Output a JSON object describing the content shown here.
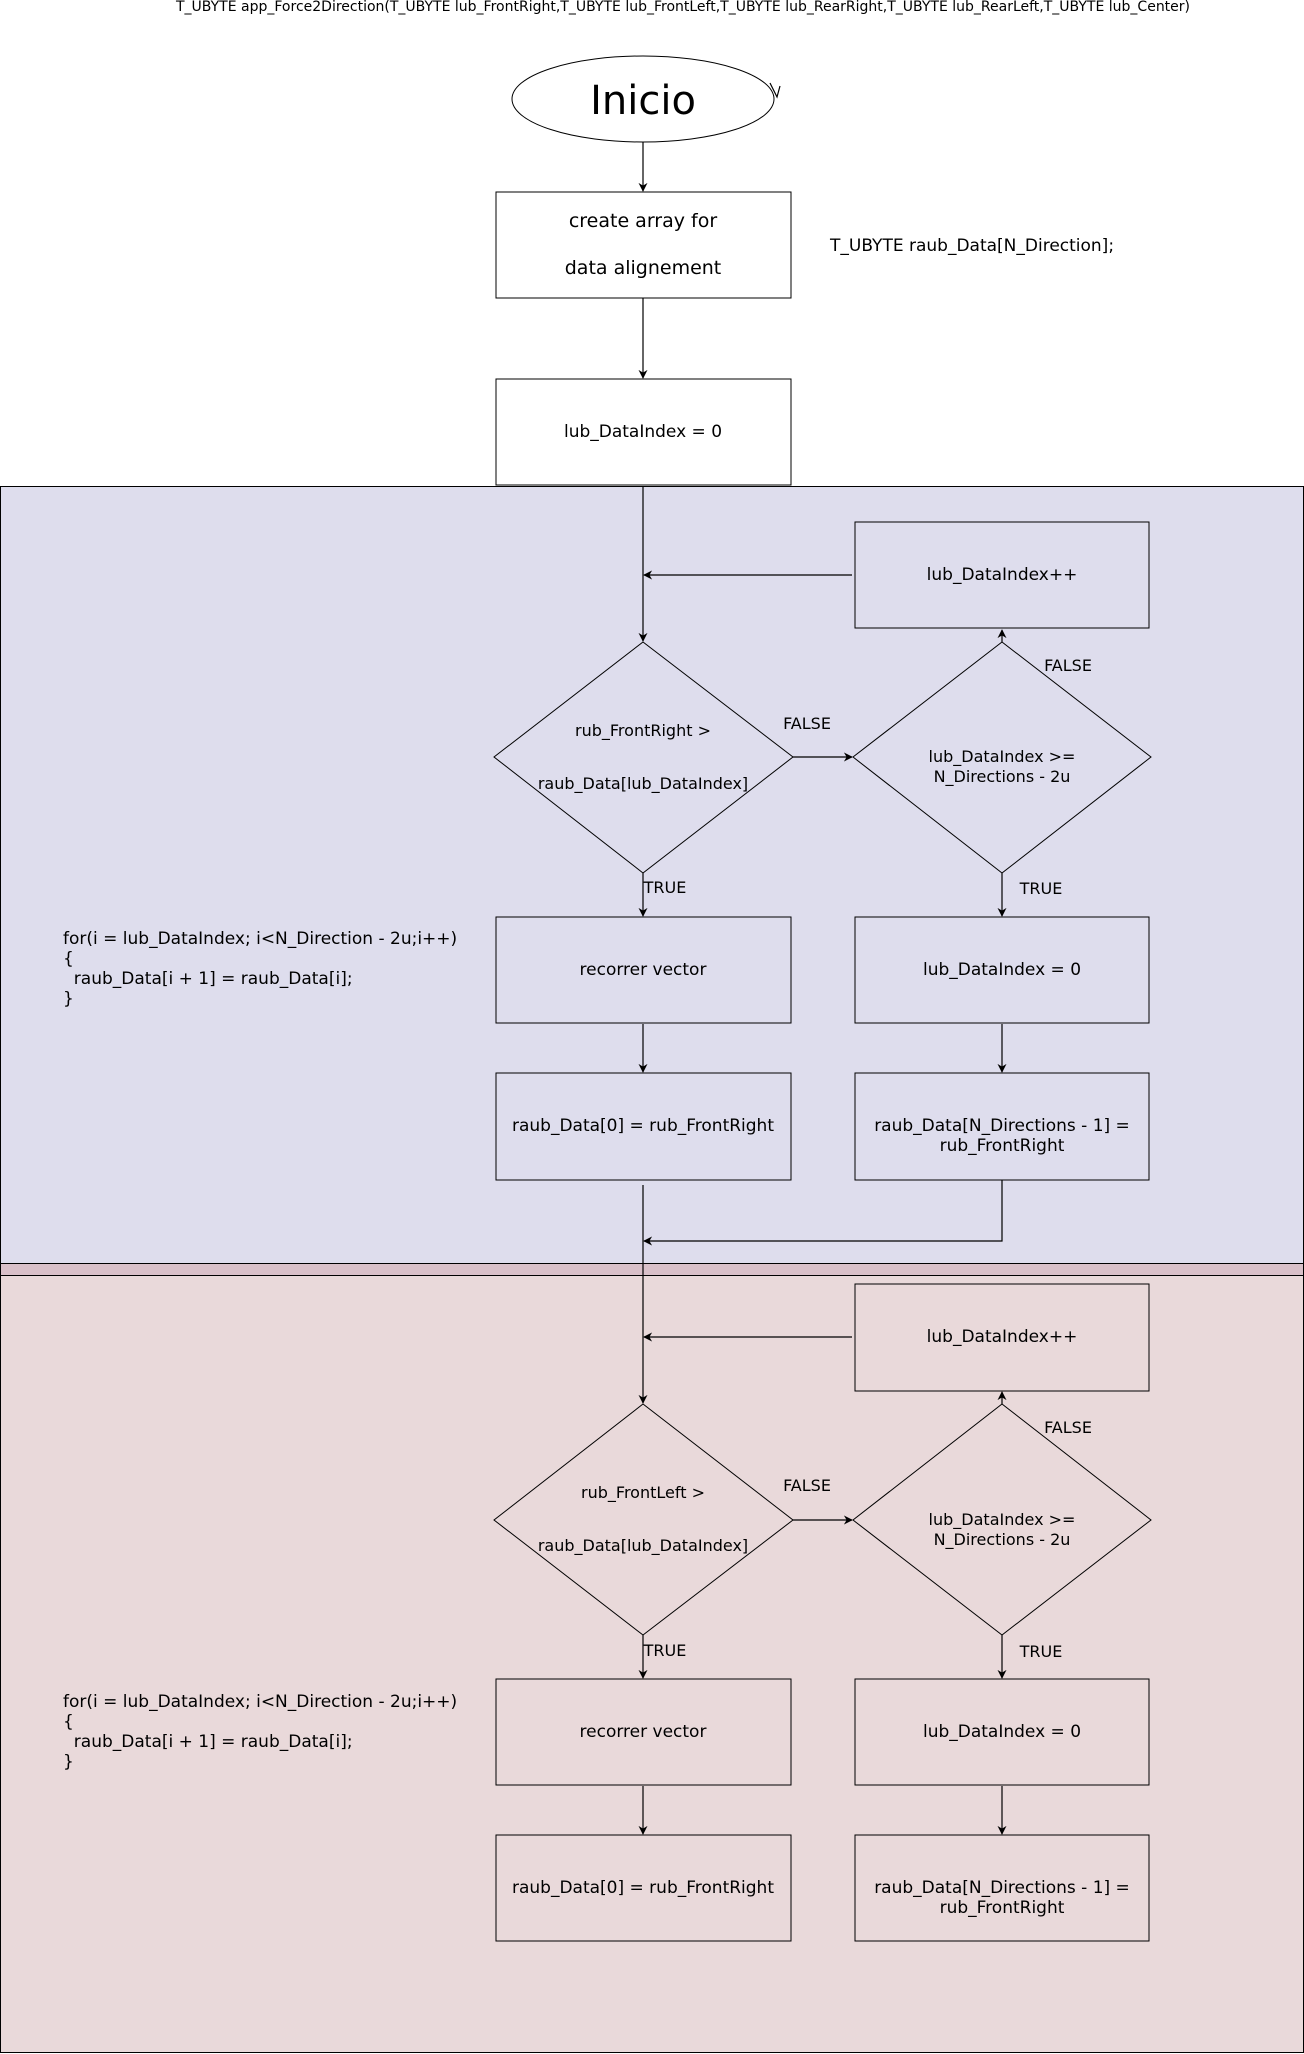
{
  "function_signature": "T_UBYTE app_Force2Direction(T_UBYTE lub_FrontRight,T_UBYTE lub_FrontLeft,T_UBYTE lub_RearRight,T_UBYTE lub_RearLeft,T_UBYTE lub_Center)",
  "start": {
    "label": "Inicio"
  },
  "create_array": {
    "line1": "create array for",
    "line2": "data alignement",
    "note": "T_UBYTE raub_Data[N_Direction];"
  },
  "init_index": {
    "label": "lub_DataIndex = 0"
  },
  "colors": {
    "lane1_fill": "#dedded",
    "lane2_fill": "#e9d9da",
    "separator_fill": "#d9c0c9",
    "line": "#000000"
  },
  "lanes": [
    {
      "increment": "lub_DataIndex++",
      "compare": {
        "line1": "rub_FrontRight >",
        "line2": "raub_Data[lub_DataIndex]"
      },
      "false_label": "FALSE",
      "limit_check": {
        "line1": "lub_DataIndex >=",
        "line2": "N_Directions - 2u"
      },
      "limit_false_label": "FALSE",
      "true_label": "TRUE",
      "limit_true_label": "TRUE",
      "shift": "recorrer vector",
      "reset_index": "lub_DataIndex = 0",
      "assign_first": "raub_Data[0] = rub_FrontRight",
      "assign_last": {
        "line1": "raub_Data[N_Directions  - 1] =",
        "line2": "rub_FrontRight"
      },
      "code": [
        "for(i = lub_DataIndex; i<N_Direction - 2u;i++)",
        "{",
        "  raub_Data[i + 1] = raub_Data[i];",
        "}"
      ]
    },
    {
      "increment": "lub_DataIndex++",
      "compare": {
        "line1": "rub_FrontLeft >",
        "line2": "raub_Data[lub_DataIndex]"
      },
      "false_label": "FALSE",
      "limit_check": {
        "line1": "lub_DataIndex >=",
        "line2": "N_Directions - 2u"
      },
      "limit_false_label": "FALSE",
      "true_label": "TRUE",
      "limit_true_label": "TRUE",
      "shift": "recorrer vector",
      "reset_index": "lub_DataIndex = 0",
      "assign_first": "raub_Data[0] = rub_FrontRight",
      "assign_last": {
        "line1": "raub_Data[N_Directions  - 1] =",
        "line2": "rub_FrontRight"
      },
      "code": [
        "for(i = lub_DataIndex; i<N_Direction - 2u;i++)",
        "{",
        "  raub_Data[i + 1] = raub_Data[i];",
        "}"
      ]
    }
  ]
}
